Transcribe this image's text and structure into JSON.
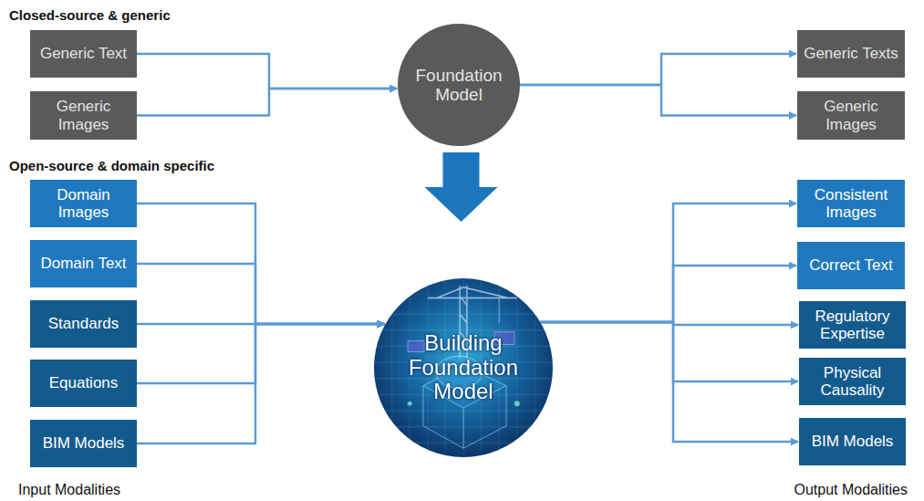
{
  "diagram": {
    "nodes": [
      {
        "text": [
          "Generic Text"
        ]
      },
      {
        "text": [
          "Generic Images"
        ]
      },
      {
        "text": [
          "Foundation Model"
        ]
      },
      {
        "text": [
          "Generic Texts"
        ]
      },
      {
        "text": [
          "Generic Images"
        ]
      },
      {
        "text": [
          "Domain Images"
        ]
      },
      {
        "text": [
          "Domain Text"
        ]
      },
      {
        "text": [
          "Standards"
        ]
      },
      {
        "text": [
          "Equations"
        ]
      },
      {
        "text": [
          "BIM Models"
        ]
      },
      {
        "text": [
          "Building Foundation Model"
        ]
      },
      {
        "text": [
          "Consistent Images"
        ]
      },
      {
        "text": [
          "Correct Text"
        ]
      },
      {
        "text": [
          "Regulatory Expertise"
        ]
      },
      {
        "text": [
          "Physical Causality"
        ]
      },
      {
        "text": [
          "BIM Models"
        ]
      }
    ],
    "edges": [
      {
        "from": 0,
        "to": 2,
        "arrow": "to"
      },
      {
        "from": 1,
        "to": 2,
        "arrow": "to"
      },
      {
        "from": 2,
        "to": 3,
        "arrow": "to"
      },
      {
        "from": 2,
        "to": 4,
        "arrow": "to"
      },
      {
        "from": 2,
        "to": 10,
        "arrow": "to"
      },
      {
        "from": 5,
        "to": 10,
        "arrow": "to"
      },
      {
        "from": 6,
        "to": 10,
        "arrow": "to"
      },
      {
        "from": 7,
        "to": 10,
        "arrow": "to"
      },
      {
        "from": 8,
        "to": 10,
        "arrow": "to"
      },
      {
        "from": 9,
        "to": 10,
        "arrow": "to"
      },
      {
        "from": 10,
        "to": 11,
        "arrow": "to"
      },
      {
        "from": 10,
        "to": 12,
        "arrow": "to"
      },
      {
        "from": 10,
        "to": 13,
        "arrow": "to"
      },
      {
        "from": 10,
        "to": 14,
        "arrow": "to"
      },
      {
        "from": 10,
        "to": 15,
        "arrow": "to"
      }
    ],
    "labels": [
      "Closed-source & generic",
      "Open-source & domain specific",
      "Input Modalities",
      "Output Modalities"
    ]
  }
}
